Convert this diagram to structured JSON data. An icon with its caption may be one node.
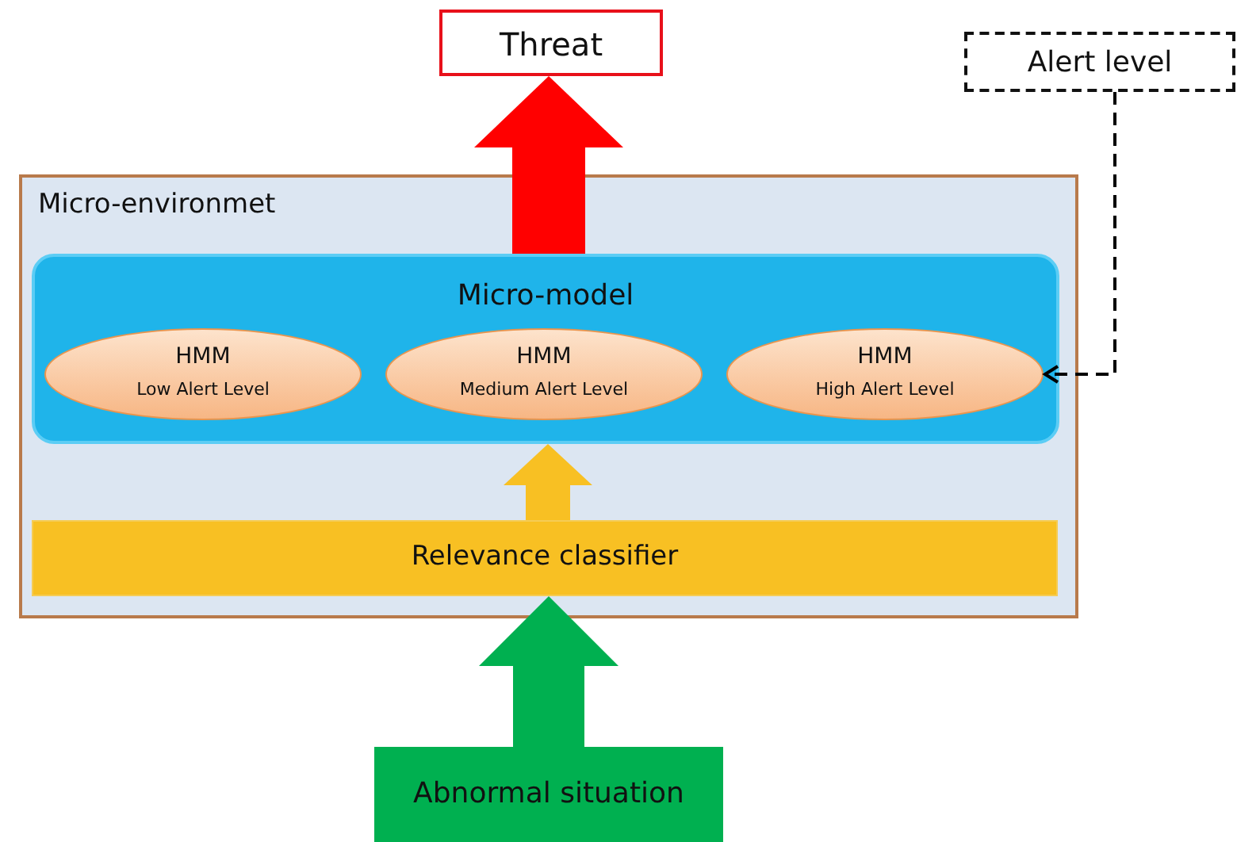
{
  "diagram": {
    "nodes": [
      {
        "text": [
          "Micro-environmet"
        ]
      },
      {
        "text": [
          "Micro-model"
        ],
        "in": 0
      },
      {
        "text": [
          "HMM",
          "Low Alert Level"
        ],
        "in": 1
      },
      {
        "text": [
          "HMM",
          "Medium Alert Level"
        ],
        "in": 1
      },
      {
        "text": [
          "HMM",
          "High Alert Level"
        ],
        "in": 1
      },
      {
        "text": [
          "Relevance classifier"
        ],
        "in": 0
      },
      {
        "text": [
          "Threat"
        ]
      },
      {
        "text": [
          "Alert level"
        ]
      },
      {
        "text": [
          "Abnormal situation"
        ]
      }
    ],
    "edges": [
      {
        "from": 8,
        "to": 5,
        "arrow": "to",
        "color": "#00b050"
      },
      {
        "from": 5,
        "to": 1,
        "arrow": "to",
        "color": "#f8c023"
      },
      {
        "from": 1,
        "to": 6,
        "arrow": "to",
        "color": "#ff0000"
      },
      {
        "from": 7,
        "to": 4,
        "arrow": "to",
        "style": "dashed",
        "color": "#000000"
      }
    ]
  }
}
